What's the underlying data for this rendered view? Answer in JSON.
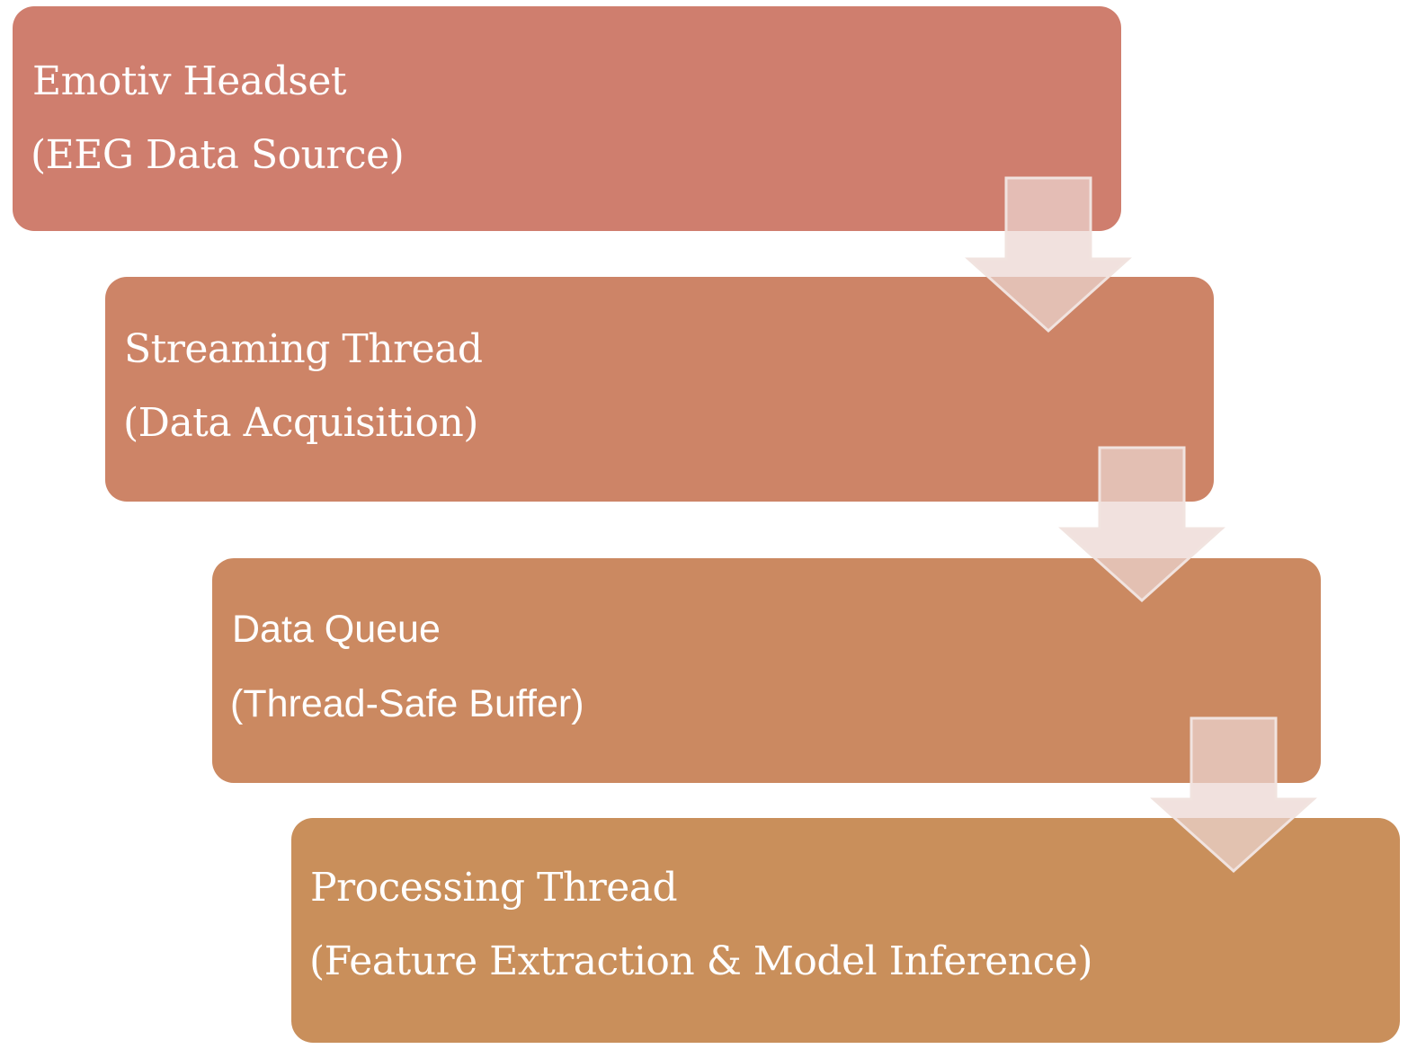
{
  "colors": {
    "step1": "#cf7e6e",
    "step2": "#cd8467",
    "step3": "#cb8961",
    "step4": "#c98f5b",
    "arrow_fill": "#ecd6d1",
    "arrow_stroke": "#f1e3df"
  },
  "steps": [
    {
      "title": "Emotiv Headset",
      "subtitle": "(EEG Data Source)"
    },
    {
      "title": "Streaming Thread",
      "subtitle": "(Data Acquisition)"
    },
    {
      "title": "Data Queue",
      "subtitle": "(Thread-Safe Buffer)"
    },
    {
      "title": "Processing Thread",
      "subtitle": "(Feature Extraction & Model Inference)"
    }
  ],
  "arrows": [
    {
      "icon": "down-arrow-icon"
    },
    {
      "icon": "down-arrow-icon"
    },
    {
      "icon": "down-arrow-icon"
    }
  ]
}
